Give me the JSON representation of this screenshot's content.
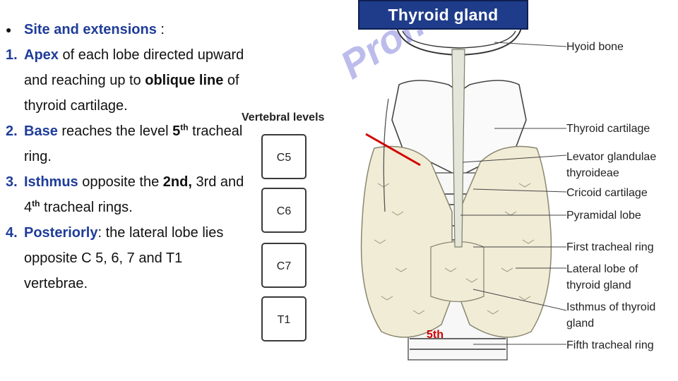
{
  "title": "Thyroid gland",
  "heading": {
    "bullet": "●",
    "label": "Site and extensions",
    "suffix": " :"
  },
  "items": [
    {
      "num": "1.",
      "term": "Apex",
      "t1": " of each lobe directed upward and reaching up to ",
      "b1": "oblique line",
      "t2": " of thyroid cartilage."
    },
    {
      "num": "2.",
      "term": "Base",
      "t1": " reaches the level ",
      "b1": "5",
      "sup": "th",
      "t2": " tracheal ring."
    },
    {
      "num": "3.",
      "term": "Isthmus",
      "t1": " opposite the ",
      "b1": "2nd,",
      "t2": " 3rd and 4",
      "sup": "th",
      "t3": " tracheal rings."
    },
    {
      "num": "4.",
      "term": "Posteriorly",
      "t1": ": the lateral lobe lies opposite C 5, 6, 7 and T1 vertebrae."
    }
  ],
  "diagram": {
    "vertebral_title": "Vertebral levels",
    "vertebrae": [
      "C5",
      "C6",
      "C7",
      "T1"
    ],
    "labels": {
      "hyoid": "Hyoid bone",
      "thyroid_cart": "Thyroid cartilage",
      "levator": "Levator glandulae thyroideae",
      "cricoid": "Cricoid cartilage",
      "pyramidal": "Pyramidal lobe",
      "first_ring": "First tracheal ring",
      "lateral": "Lateral lobe of thyroid gland",
      "isthmus": "Isthmus of thyroid gland",
      "fifth_ring": "Fifth tracheal ring"
    },
    "fifth_marker": "5th",
    "watermark": "Prof. Dr. Youssef Hussein"
  },
  "colors": {
    "accent_blue": "#1f3c99",
    "title_bg": "#1f3c8a",
    "marker_red": "#d10000",
    "gland": "#f1ecd6"
  }
}
